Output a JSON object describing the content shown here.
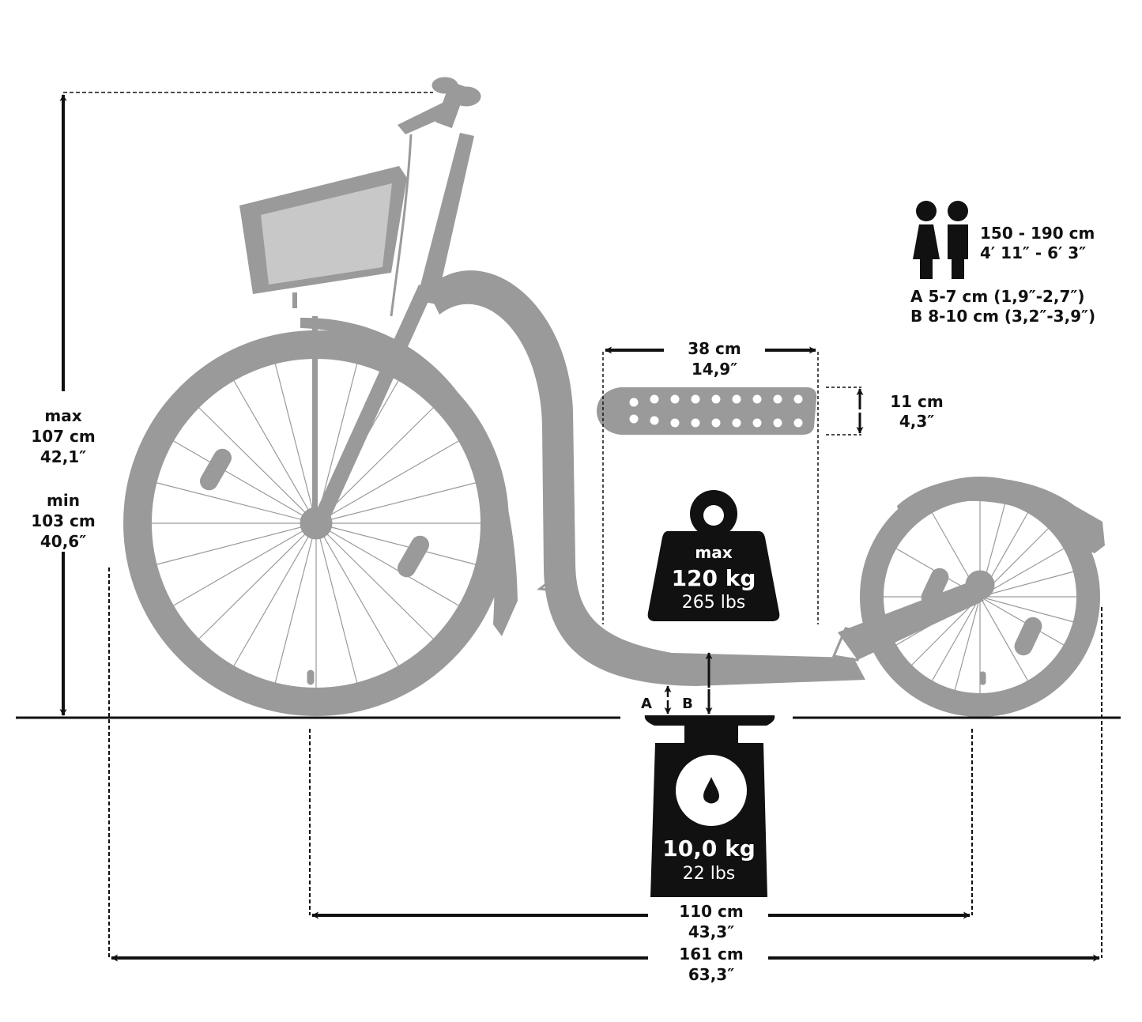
{
  "colors": {
    "scooter_gray": "#9a9a9a",
    "ink": "#111111",
    "background": "#ffffff",
    "on_dark_text": "#ffffff"
  },
  "height": {
    "max_label": "max",
    "max_cm": "107 cm",
    "max_in": "42,1″",
    "min_label": "min",
    "min_cm": "103 cm",
    "min_in": "40,6″"
  },
  "rider": {
    "icon": "female-male-person-icons",
    "height_cm": "150 - 190 cm",
    "height_ft": "4′ 11″ - 6′ 3″",
    "clearance_a": "A 5-7 cm (1,9″-2,7″)",
    "clearance_b": "B 8-10 cm (3,2″-3,9″)"
  },
  "deck": {
    "length_cm": "38 cm",
    "length_in": "14,9″",
    "width_cm": "11 cm",
    "width_in": "4,3″"
  },
  "max_load": {
    "icon": "weight-icon",
    "label": "max",
    "kg": "120 kg",
    "lbs": "265 lbs"
  },
  "scooter_weight": {
    "icon": "scale-icon",
    "kg": "10,0 kg",
    "lbs": "22 lbs"
  },
  "ground_clearance": {
    "a_label": "A",
    "b_label": "B"
  },
  "wheelbase": {
    "cm": "110 cm",
    "in": "43,3″"
  },
  "total_length": {
    "cm": "161 cm",
    "in": "63,3″"
  }
}
